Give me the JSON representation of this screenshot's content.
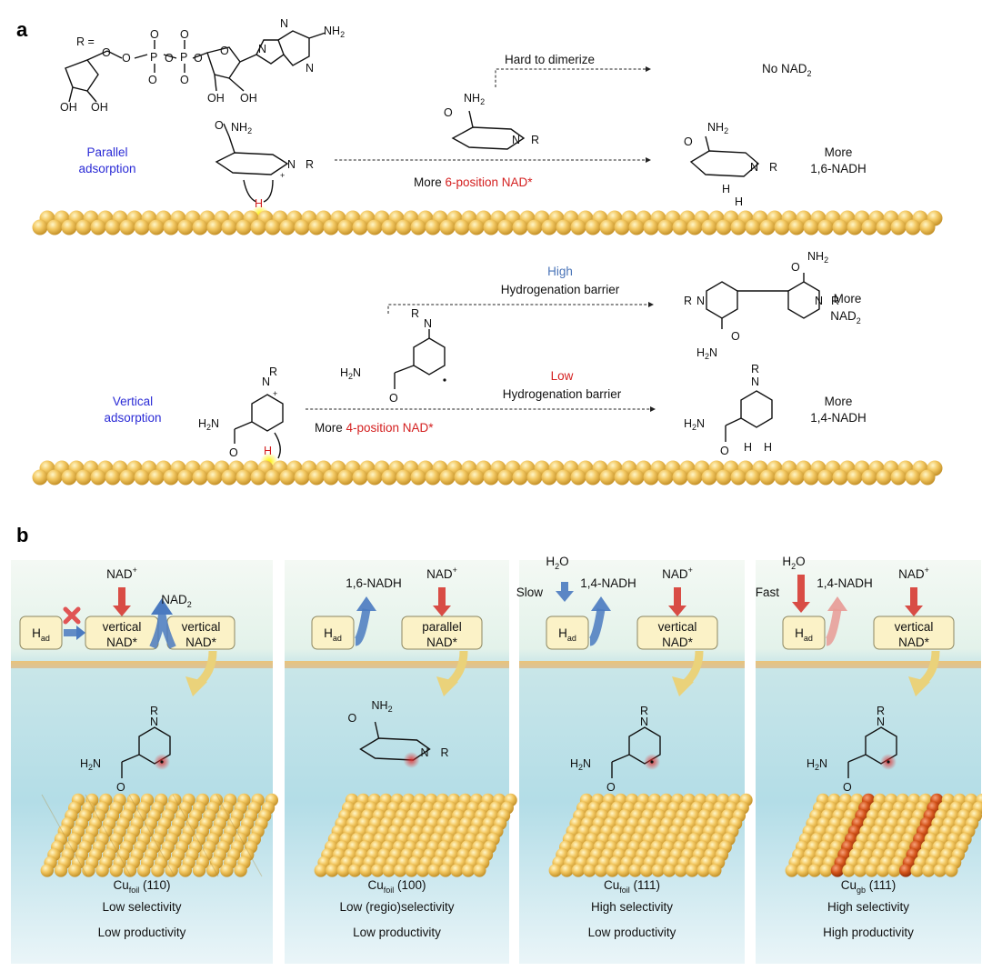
{
  "panel_a": {
    "label": "a",
    "r_label": "R =",
    "parallel": {
      "line1": "Parallel",
      "line2": "adsorption"
    },
    "vertical": {
      "line1": "Vertical",
      "line2": "adsorption"
    },
    "hard_to_dimerize": "Hard to dimerize",
    "no_nad2": "No NAD",
    "no_nad2_sub": "2",
    "more_6_prefix": "More ",
    "more_6_red": "6-position NAD*",
    "more_16": {
      "line1": "More",
      "line2": "1,6-NADH"
    },
    "high": "High",
    "hydrogenation_barrier": "Hydrogenation barrier",
    "low": "Low",
    "more_nad2": {
      "line1": "More",
      "line2": "NAD",
      "sub": "2"
    },
    "more_4_prefix": "More ",
    "more_4_red": "4-position NAD*",
    "more_14": {
      "line1": "More",
      "line2": "1,4-NADH"
    },
    "atoms": {
      "nh2": "NH",
      "n": "N",
      "r": "R",
      "h": "H",
      "oh": "OH",
      "o": "O",
      "p": "P",
      "h2n": "H",
      "plus": "+",
      "minus": "-",
      "two": "2"
    }
  },
  "panel_b": {
    "label": "b",
    "panels": [
      {
        "surface_main": "Cu",
        "surface_sub": "foil",
        "surface_index": " (110)",
        "line1": "Low selectivity",
        "line2": "Low productivity",
        "line1_color": "#4a74b8",
        "line2_color": "#4a74b8",
        "surface_color": "#4a74b8",
        "box_a": "H",
        "box_a_sub": "ad",
        "box_b1": "vertical",
        "box_b2": "NAD*",
        "box_c1": "vertical",
        "box_c2": "NAD*",
        "top_label": "NAD",
        "top_sup": "+",
        "side_label": "NAD",
        "side_sub": "2"
      },
      {
        "surface_main": "Cu",
        "surface_sub": "foil",
        "surface_index": " (100)",
        "line1": "Low (regio)selectivity",
        "line2": "Low productivity",
        "line1_color": "#4a74b8",
        "line2_color": "#4a74b8",
        "surface_color": "#4a74b8",
        "box_a": "H",
        "box_a_sub": "ad",
        "box_b1": "parallel",
        "box_b2": "NAD*",
        "product": "1,6-NADH",
        "top_label": "NAD",
        "top_sup": "+"
      },
      {
        "surface_main": "Cu",
        "surface_sub": "foil",
        "surface_index": " (111)",
        "line1": "High selectivity",
        "line2": "Low productivity",
        "line1_color": "#d42020",
        "line2_color": "#4a74b8",
        "surface_color": "#4a74b8",
        "box_a": "H",
        "box_a_sub": "ad",
        "box_b1": "vertical",
        "box_b2": "NAD*",
        "product": "1,4-NADH",
        "water": "H",
        "water_sub": "2",
        "water_o": "O",
        "rate": "Slow",
        "top_label": "NAD",
        "top_sup": "+"
      },
      {
        "surface_main": "Cu",
        "surface_sub": "gb",
        "surface_index": " (111)",
        "line1": "High selectivity",
        "line2": "High productivity",
        "line1_color": "#d42020",
        "line2_color": "#d42020",
        "surface_color": "#d42020",
        "box_a": "H",
        "box_a_sub": "ad",
        "box_b1": "vertical",
        "box_b2": "NAD*",
        "product": "1,4-NADH",
        "water": "H",
        "water_sub": "2",
        "water_o": "O",
        "rate": "Fast",
        "top_label": "NAD",
        "top_sup": "+"
      }
    ]
  },
  "colors": {
    "gold": "#f3c862",
    "gold_dark": "#c79a2e",
    "copper": "#d4541a",
    "blue_arrow": "#4a7ac0",
    "red_arrow": "#d63a32",
    "yellow_arrow": "#ead27a",
    "bg_top": "#f1f7f1",
    "bg_bottom": "#a9d8e4"
  }
}
